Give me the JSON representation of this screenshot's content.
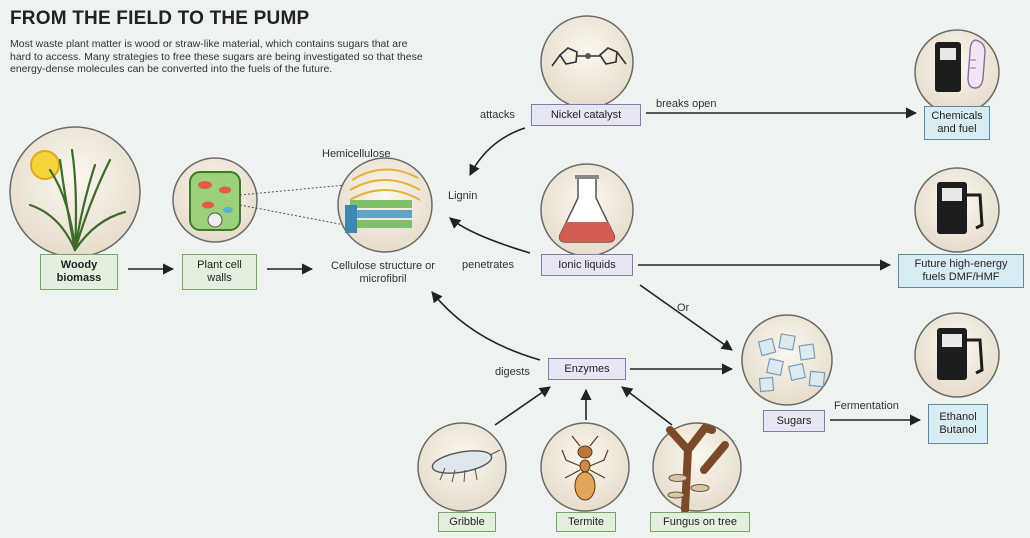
{
  "title": "FROM THE FIELD TO THE PUMP",
  "intro": "Most waste plant matter is wood or straw-like material, which contains sugars that are hard to access. Many strategies to free these sugars are being investigated so that these energy-dense molecules can be converted into the fuels of the future.",
  "nodes": {
    "woody_biomass": "Woody biomass",
    "plant_cell_walls": "Plant cell walls",
    "cellulose": "Cellulose structure or microfibril",
    "hemicellulose": "Hemicellulose",
    "lignin": "Lignin",
    "nickel_catalyst": "Nickel catalyst",
    "ionic_liquids": "Ionic liquids",
    "enzymes": "Enzymes",
    "sugars": "Sugars",
    "chemicals_fuel": "Chemicals and fuel",
    "future_fuels": "Future high-energy fuels DMF/HMF",
    "ethanol_butanol": "Ethanol Butanol",
    "gribble": "Gribble",
    "termite": "Termite",
    "fungus": "Fungus on tree"
  },
  "edge_labels": {
    "attacks": "attacks",
    "breaks_open": "breaks open",
    "penetrates": "penetrates",
    "or": "Or",
    "digests": "digests",
    "fermentation": "Fermentation"
  },
  "icons": [
    "grass-sun-icon",
    "plant-cell-icon",
    "microfibril-icon",
    "nickel-molecule-icon",
    "flask-icon",
    "sugar-cubes-icon",
    "gribble-icon",
    "termite-icon",
    "fungus-tree-icon",
    "fuel-pump-icon"
  ],
  "colors": {
    "background": "#eef3ef",
    "box_border": "#6a8fa6",
    "arrow": "#222222",
    "circle_fill": "#f4efe6"
  }
}
